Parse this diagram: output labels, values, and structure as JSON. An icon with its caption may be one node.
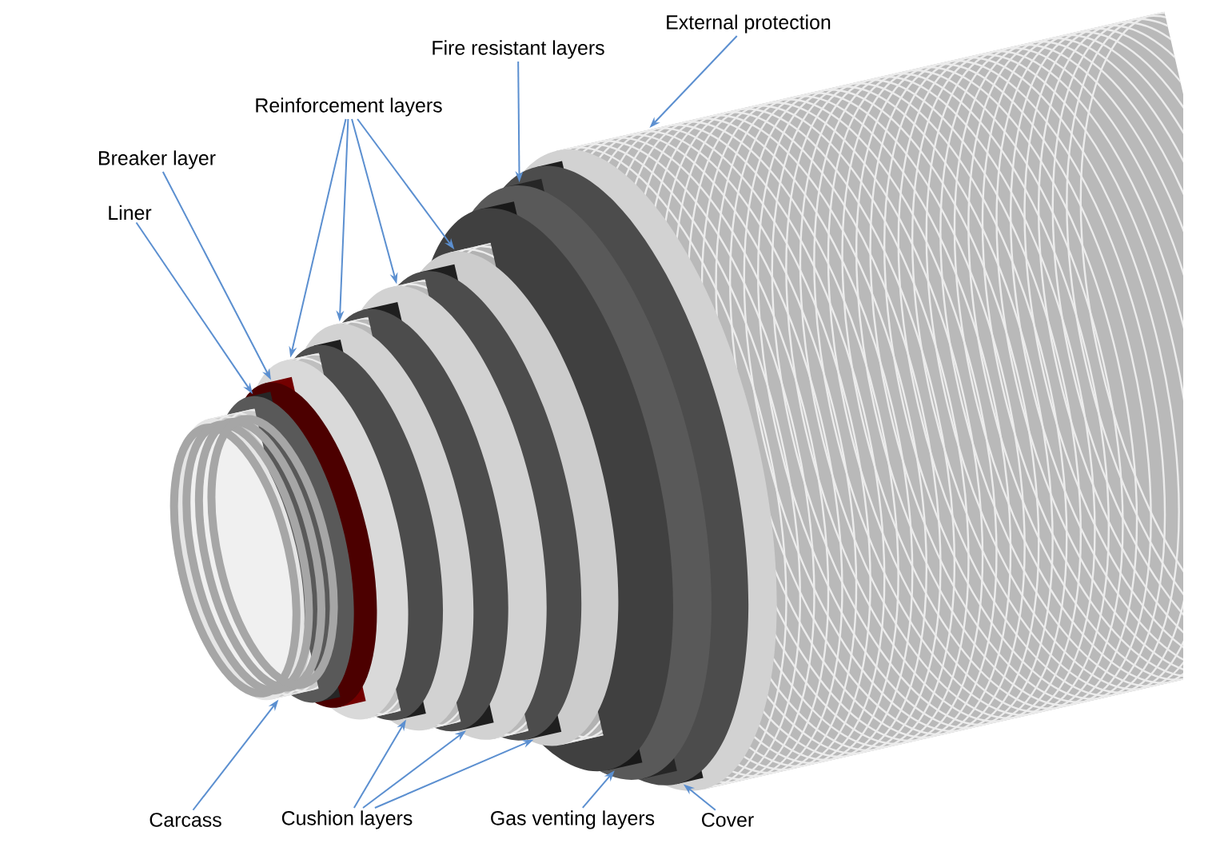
{
  "diagram": {
    "nodes": [
      {
        "text": [
          "External protection"
        ]
      },
      {
        "text": [
          "Fire resistant layers"
        ]
      },
      {
        "text": [
          "Reinforcement layers"
        ]
      },
      {
        "text": [
          "Breaker layer"
        ]
      },
      {
        "text": [
          "Liner"
        ]
      },
      {
        "text": [
          "Carcass"
        ]
      },
      {
        "text": [
          "Cushion layers"
        ]
      },
      {
        "text": [
          "Gas venting layers"
        ]
      },
      {
        "text": [
          "Cover"
        ]
      }
    ],
    "edges": [
      {
        "from": 0,
        "to": null,
        "arrow": "to"
      },
      {
        "from": 1,
        "to": null,
        "arrow": "to"
      },
      {
        "from": 2,
        "to": null,
        "arrow": "to"
      },
      {
        "from": 2,
        "to": null,
        "arrow": "to"
      },
      {
        "from": 2,
        "to": null,
        "arrow": "to"
      },
      {
        "from": 2,
        "to": null,
        "arrow": "to"
      },
      {
        "from": 3,
        "to": null,
        "arrow": "to"
      },
      {
        "from": 4,
        "to": null,
        "arrow": "to"
      },
      {
        "from": 5,
        "to": null,
        "arrow": "to"
      },
      {
        "from": 6,
        "to": null,
        "arrow": "to"
      },
      {
        "from": 6,
        "to": null,
        "arrow": "to"
      },
      {
        "from": 6,
        "to": null,
        "arrow": "to"
      },
      {
        "from": 7,
        "to": null,
        "arrow": "to"
      },
      {
        "from": 8,
        "to": null,
        "arrow": "to"
      }
    ]
  }
}
